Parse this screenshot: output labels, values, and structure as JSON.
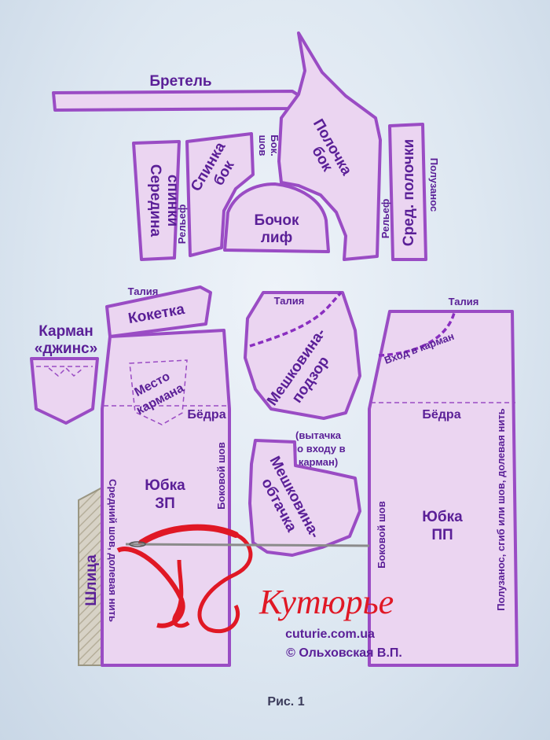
{
  "figure": {
    "caption": "Рис. 1",
    "pieces": {
      "bretel": "Бретель",
      "seredina_spinki": [
        "Середина",
        "спинки"
      ],
      "relef_left": "Рельеф",
      "spinka_bok": [
        "Спинка",
        "бок"
      ],
      "bok_shov": [
        "Бок.",
        "шов"
      ],
      "polochka_bok": [
        "Полочка",
        "бок"
      ],
      "bochok_lif": [
        "Бочок",
        "лиф"
      ],
      "relef_right": "Рельеф",
      "sred_polochki": "Сред. полочки",
      "poluzanos_top": "Полузанос",
      "taliya_koketka": "Талия",
      "koketka": "Кокетка",
      "karman_dzhins": [
        "Карман",
        "«джинс»"
      ],
      "taliya_meshkovina": "Талия",
      "meshkovina_podzor": [
        "Мешковина-",
        "подзор"
      ],
      "taliya_front": "Талия",
      "vhod_v_karman": "Вход в карман",
      "mesto_karmana": [
        "Место",
        "кармана"
      ],
      "bedra_back": "Бёдра",
      "bedra_front": "Бёдра",
      "yubka_zp": [
        "Юбка",
        "ЗП"
      ],
      "yubka_pp": [
        "Юбка",
        "ПП"
      ],
      "bokovoy_shov_back": "Боковой шов",
      "bokovoy_shov_front": "Боковой шов",
      "sredniy_shov": "Средний шов, долевая нить",
      "shlitsa": "Шлица",
      "vytachka_note": [
        "(вытачка",
        "по входу в",
        "карман)"
      ],
      "meshkovina_obtachka": [
        "Мешковина-",
        "обтачка"
      ],
      "poluzanos_front": "Полузанос, сгиб или шов, долевая нить"
    },
    "brand": {
      "logo_script": "Кутюрье",
      "site": "cuturie.com.ua",
      "copyright": "© Ольховская В.П."
    },
    "colors": {
      "piece_fill": "#ebd5f1",
      "piece_stroke": "#9a4cc4",
      "label": "#5a1f97",
      "logo": "#e01825",
      "background": "#dde7f1"
    }
  }
}
